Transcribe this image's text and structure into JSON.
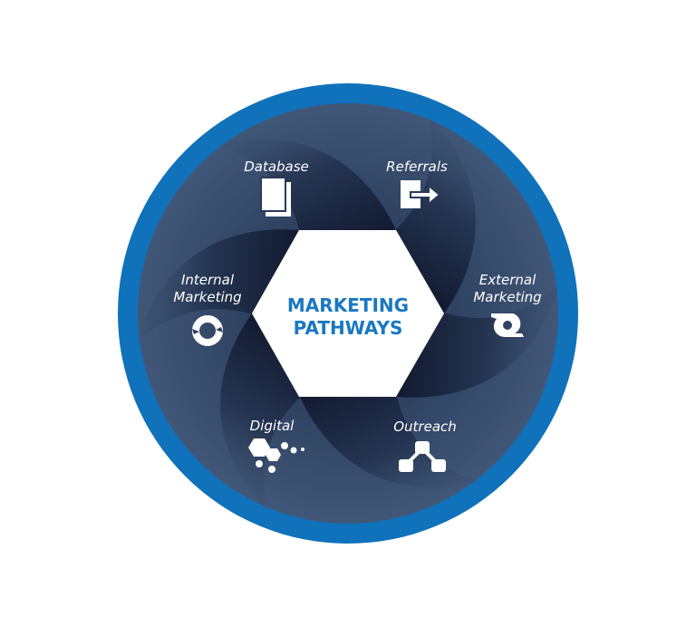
{
  "center": {
    "line1": "MARKETING",
    "line2": "PATHWAYS"
  },
  "segments": [
    {
      "label": "Database",
      "icon": "documents-icon"
    },
    {
      "label": "Referrals",
      "icon": "export-arrow-icon"
    },
    {
      "label_line1": "External",
      "label_line2": "Marketing",
      "icon": "loop-arrow-icon"
    },
    {
      "label": "Outreach",
      "icon": "network-icon"
    },
    {
      "label": "Digital",
      "icon": "hexagons-icon"
    },
    {
      "label_line1": "Internal",
      "label_line2": "Marketing",
      "icon": "cycle-icon"
    }
  ],
  "colors": {
    "ring": "#0f72bb",
    "disc": "#3d5271",
    "dark": "#141d35",
    "center_text": "#1a78c2"
  }
}
